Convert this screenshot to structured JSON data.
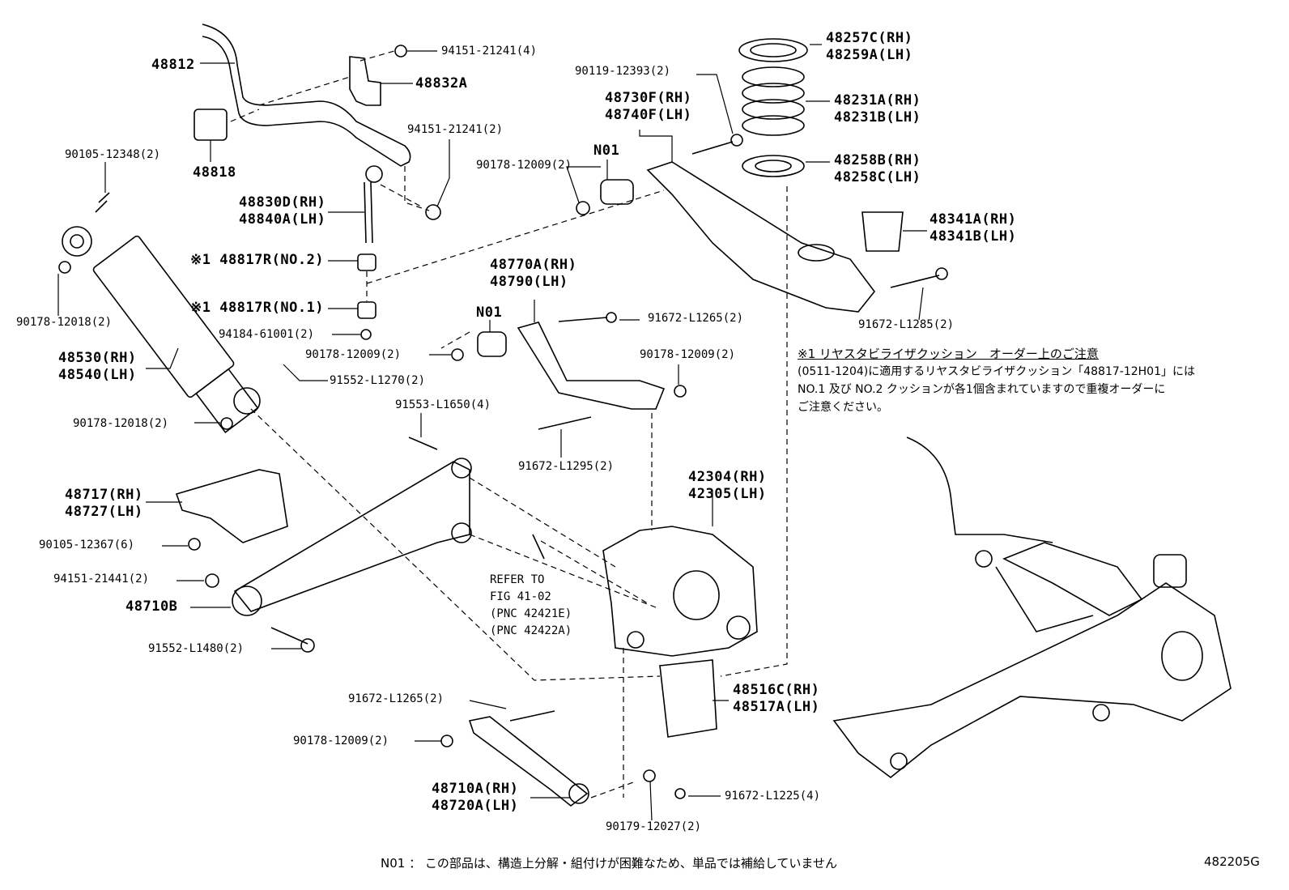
{
  "labels": {
    "p48812": "48812",
    "p94151_4": "94151-21241(4)",
    "p48832A": "48832A",
    "p94151_2": "94151-21241(2)",
    "p90105_12348": "90105-12348(2)",
    "p48818": "48818",
    "p48830D": "48830D(RH)",
    "p48840A": "48840A(LH)",
    "p48817R_no2": "※1 48817R(NO.2)",
    "p48817R_no1": "※1 48817R(NO.1)",
    "p94184": "94184-61001(2)",
    "p90178_12018_a": "90178-12018(2)",
    "p48530": "48530(RH)",
    "p48540": "48540(LH)",
    "p90178_12009_a": "90178-12009(2)",
    "p91552_L1270": "91552-L1270(2)",
    "p90178_12018_b": "90178-12018(2)",
    "p91553_L1650": "91553-L1650(4)",
    "p48717": "48717(RH)",
    "p48727": "48727(LH)",
    "p90105_12367": "90105-12367(6)",
    "p94151_21441": "94151-21441(2)",
    "p48710B": "48710B",
    "p91552_L1480": "91552-L1480(2)",
    "p90119_12393": "90119-12393(2)",
    "p48730F": "48730F(RH)",
    "p48740F": "48740F(LH)",
    "n01_a": "N01",
    "p90178_12009_b": "90178-12009(2)",
    "p48257C": "48257C(RH)",
    "p48259A": "48259A(LH)",
    "p48231A": "48231A(RH)",
    "p48231B": "48231B(LH)",
    "p48258B": "48258B(RH)",
    "p48258C": "48258C(LH)",
    "p48341A": "48341A(RH)",
    "p48341B": "48341B(LH)",
    "p91672_L1285": "91672-L1285(2)",
    "p48770A": "48770A(RH)",
    "p48790": "48790(LH)",
    "n01_b": "N01",
    "p91672_L1265_a": "91672-L1265(2)",
    "p90178_12009_c": "90178-12009(2)",
    "p91672_L1295": "91672-L1295(2)",
    "p42304": "42304(RH)",
    "p42305": "42305(LH)",
    "refer1": "REFER TO",
    "refer2": "FIG 41-02",
    "refer3": "(PNC 42421E)",
    "refer4": "(PNC 42422A)",
    "p48516C": "48516C(RH)",
    "p48517A": "48517A(LH)",
    "p91672_L1265_b": "91672-L1265(2)",
    "p90178_12009_d": "90178-12009(2)",
    "p48710A": "48710A(RH)",
    "p48720A": "48720A(LH)",
    "p91672_L1225": "91672-L1225(4)",
    "p90179_12027": "90179-12027(2)"
  },
  "note": {
    "title": "※1 リヤスタビライザクッション　オーダー上のご注意",
    "line1": "(0511-1204)に適用するリヤスタビライザクッション「48817-12H01」には",
    "line2": "NO.1 及び NO.2 クッションが各1個含まれていますので重複オーダーに",
    "line3": "ご注意ください。"
  },
  "footer": {
    "n01_note": "N01 ： この部品は、構造上分解・組付けが困難なため、単品では補給していません",
    "figure_id": "482205G"
  }
}
